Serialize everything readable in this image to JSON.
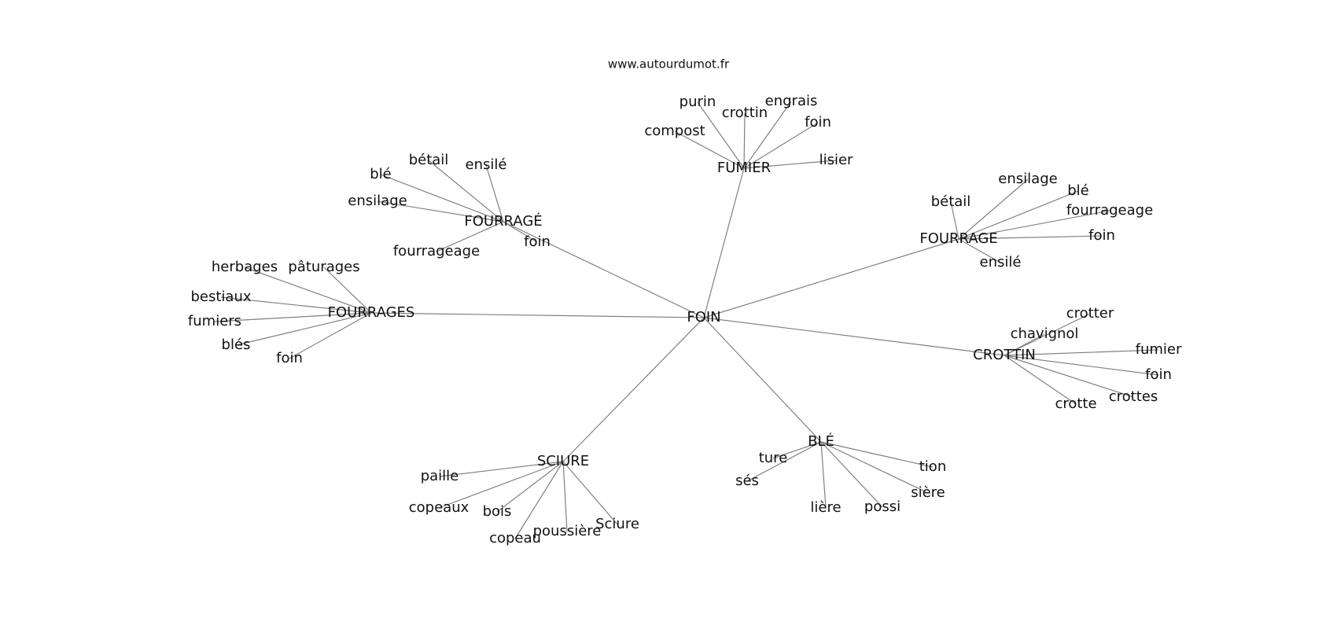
{
  "source": "www.autourdumot.fr",
  "center": "FOIN",
  "colors": {
    "edge": "#808080",
    "text": "#111111",
    "background": "#ffffff"
  },
  "clusters": [
    {
      "id": "fumier",
      "label": "FUMIER",
      "words": [
        "compost",
        "purin",
        "crottin",
        "engrais",
        "foin",
        "lisier"
      ]
    },
    {
      "id": "fourrage-accent",
      "label": "FOURRAGÉ",
      "words": [
        "blé",
        "bétail",
        "ensilé",
        "ensilage",
        "fourrageage",
        "foin"
      ]
    },
    {
      "id": "fourrage",
      "label": "FOURRAGE",
      "words": [
        "bétail",
        "ensilage",
        "blé",
        "fourrageage",
        "foin",
        "ensilé"
      ]
    },
    {
      "id": "fourrages",
      "label": "FOURRAGES",
      "words": [
        "herbages",
        "pâturages",
        "bestiaux",
        "fumiers",
        "blés",
        "foin"
      ]
    },
    {
      "id": "crottin",
      "label": "CROTTIN",
      "words": [
        "crotter",
        "chavignol",
        "fumier",
        "foin",
        "crottes",
        "crotte"
      ]
    },
    {
      "id": "sciure",
      "label": "SCIURE",
      "words": [
        "paille",
        "copeaux",
        "bois",
        "copeau",
        "poussière",
        "Sciure"
      ]
    },
    {
      "id": "ble",
      "label": "BLÉ",
      "words": [
        "ture",
        "sés",
        "lière",
        "possi",
        "sière",
        "tion"
      ]
    }
  ]
}
